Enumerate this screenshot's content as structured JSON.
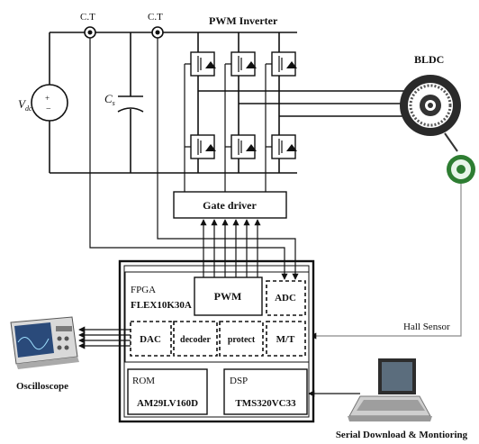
{
  "labels": {
    "ct_left": "C.T",
    "ct_right": "C.T",
    "pwm_inverter": "PWM Inverter",
    "vdc": "V",
    "vdc_sub": "dc",
    "cs": "C",
    "cs_sub": "s",
    "bldc": "BLDC",
    "gate_driver": "Gate driver",
    "fpga": "FPGA",
    "fpga_part": "FLEX10K30A",
    "pwm": "PWM",
    "adc": "ADC",
    "dac": "DAC",
    "decoder": "decoder",
    "protect": "protect",
    "mt": "M/T",
    "hall_sensor": "Hall Sensor",
    "oscilloscope": "Oscilloscope",
    "rom": "ROM",
    "rom_part": "AM29LV160D",
    "dsp": "DSP",
    "dsp_part": "TMS320VC33",
    "serial": "Serial Download & Montioring"
  },
  "colors": {
    "line": "#111111",
    "hall_sensor_ring": "#2e7d32",
    "hall_wire": "#8a8a8a"
  }
}
